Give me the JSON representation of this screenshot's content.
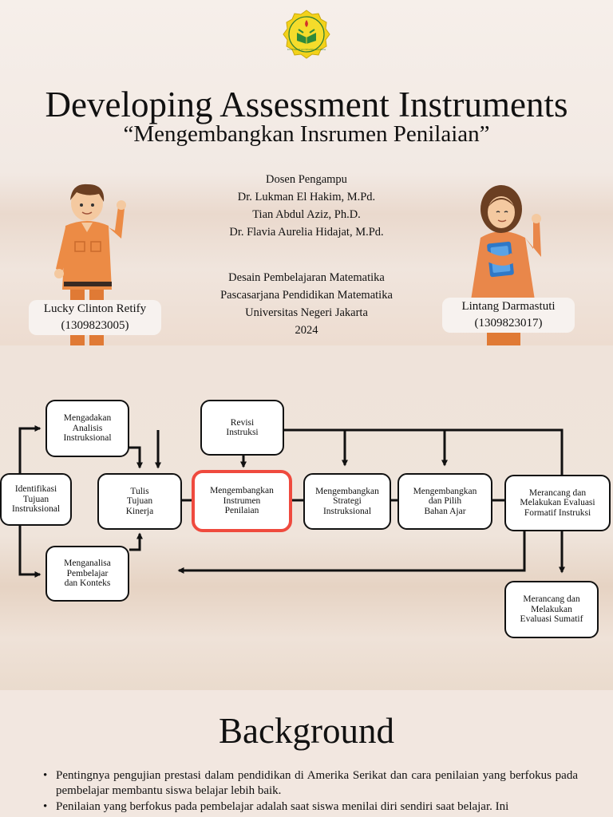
{
  "slide1": {
    "logo": {
      "icon": "university-logo-icon",
      "text": "UNIVERSITAS NEGERI JAKARTA"
    },
    "title": "Developing Assessment Instruments",
    "subtitle": "“Mengembangkan Insrumen Penilaian”",
    "lecturers_heading": "Dosen Pengampu",
    "lecturers": [
      "Dr. Lukman El Hakim, M.Pd.",
      "Tian Abdul Aziz, Ph.D.",
      "Dr. Flavia Aurelia Hidajat, M.Pd."
    ],
    "course": [
      "Desain Pembelajaran Matematika",
      "Pascasarjana Pendidikan Matematika",
      "Universitas Negeri Jakarta",
      "2024"
    ],
    "students": [
      {
        "name": "Lucky Clinton Retify",
        "id": "(1309823005)"
      },
      {
        "name": "Lintang Darmastuti",
        "id": "(1309823017)"
      }
    ]
  },
  "flowchart": {
    "boxes": {
      "identifikasi": "Identifikasi\nTujuan\nInstruksional",
      "analisis": "Mengadakan\nAnalisis\nInstruksional",
      "pembelajar": "Menganalisa\nPembelajar\ndan Konteks",
      "tulis": "Tulis\nTujuan\nKinerja",
      "revisi": "Revisi\nInstruksi",
      "instrumen": "Mengembangkan\nInstrumen\nPenilaian",
      "strategi": "Mengembangkan\nStrategi\nInstruksional",
      "bahan": "Mengembangkan\ndan Pilih\nBahan Ajar",
      "formatif": "Merancang dan\nMelakukan Evaluasi\nFormatif Instruksi",
      "sumatif": "Merancang dan\nMelakukan\nEvaluasi Sumatif"
    },
    "highlight_color": "#ef4a3e"
  },
  "slide3": {
    "title": "Background",
    "bullets": [
      "Pentingnya pengujian prestasi dalam pendidikan di Amerika Serikat dan cara penilaian yang berfokus pada pembelajar membantu siswa belajar lebih baik.",
      "Penilaian yang berfokus pada pembelajar adalah saat siswa menilai diri sendiri saat belajar. Ini"
    ]
  }
}
